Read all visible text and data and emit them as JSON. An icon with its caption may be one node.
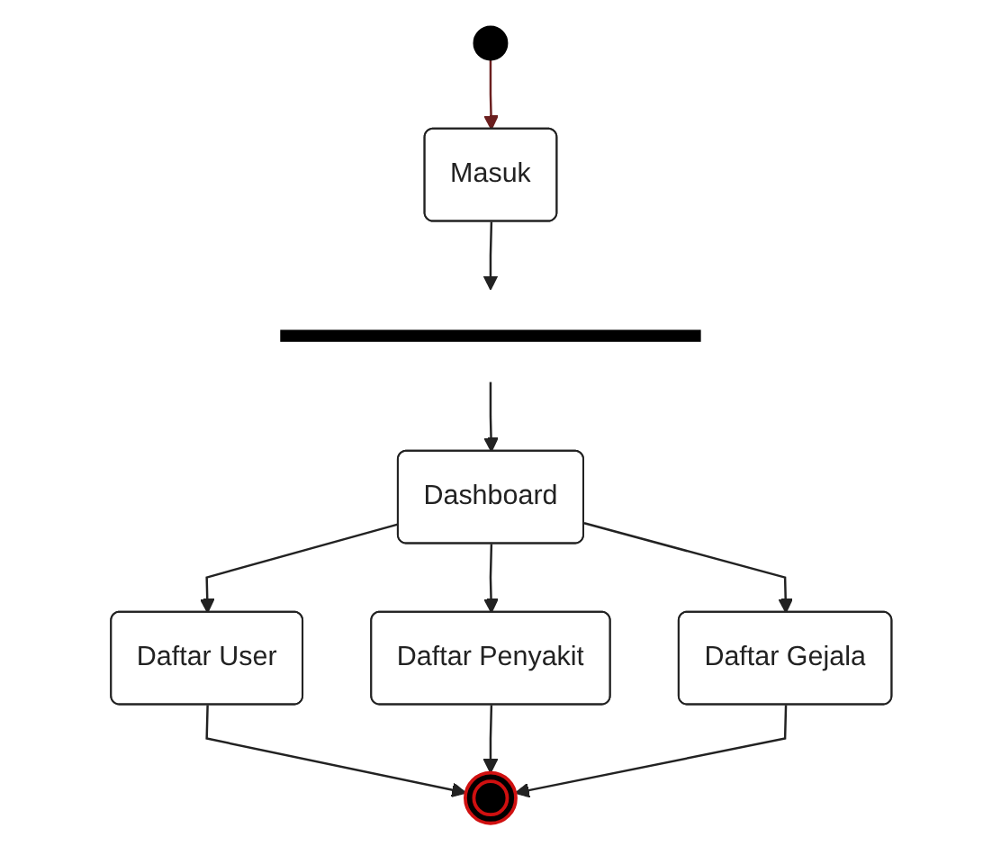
{
  "diagram": {
    "nodes": [
      {
        "text": [],
        "shape": "circle"
      },
      {
        "text": [
          "Masuk"
        ]
      },
      {
        "text": [],
        "shape": "bar"
      },
      {
        "text": [
          "Dashboard"
        ]
      },
      {
        "text": [
          "Daftar User"
        ]
      },
      {
        "text": [
          "Daftar Penyakit"
        ]
      },
      {
        "text": [
          "Daftar Gejala"
        ]
      },
      {
        "text": [],
        "shape": "circle"
      }
    ],
    "edges": [
      {
        "from": 0,
        "to": 1,
        "arrow": "to",
        "color": "#6b1f1f"
      },
      {
        "from": 1,
        "to": 2,
        "arrow": "to"
      },
      {
        "from": 2,
        "to": 3,
        "arrow": "to"
      },
      {
        "from": 3,
        "to": 4,
        "arrow": "to"
      },
      {
        "from": 3,
        "to": 5,
        "arrow": "to"
      },
      {
        "from": 3,
        "to": 6,
        "arrow": "to"
      },
      {
        "from": 4,
        "to": 7,
        "arrow": "to"
      },
      {
        "from": 5,
        "to": 7,
        "arrow": "to"
      },
      {
        "from": 6,
        "to": 7,
        "arrow": "to"
      }
    ]
  }
}
